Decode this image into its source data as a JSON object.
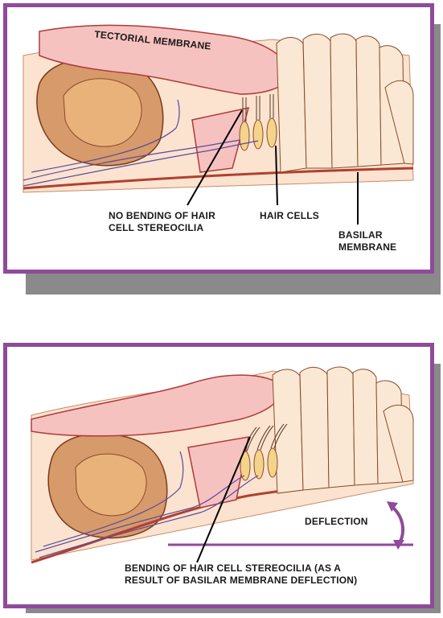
{
  "panels": {
    "top": {
      "tectorial_label": "TECTORIAL MEMBRANE",
      "no_bending_label": "NO BENDING OF HAIR\nCELL STEREOCILIA",
      "hair_cells_label": "HAIR CELLS",
      "basilar_label": "BASILAR\nMEMBRANE"
    },
    "bottom": {
      "deflection_label": "DEFLECTION",
      "bending_label": "BENDING OF HAIR CELL STEREOCILIA (AS A\nRESULT OF BASILAR MEMBRANE DEFLECTION)"
    }
  },
  "colors": {
    "frame": "#8f4a9a",
    "shadow": "#8a8a8a",
    "tissue_pink": "#f3b9b0",
    "tissue_light": "#fbe3cf",
    "cell_outline": "#8a4a2a",
    "basilar": "#b04030",
    "nerve": "#5a4aa0"
  }
}
